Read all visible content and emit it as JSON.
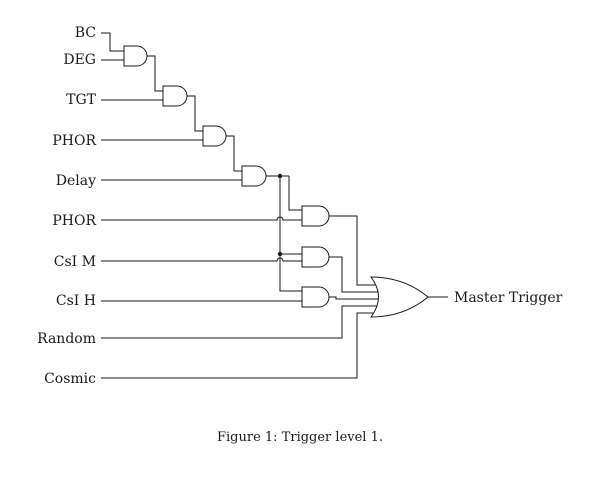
{
  "inputs": [
    {
      "id": "bc",
      "label": "BC"
    },
    {
      "id": "deg",
      "label": "DEG"
    },
    {
      "id": "tgt",
      "label": "TGT"
    },
    {
      "id": "phor1",
      "label": "PHOR"
    },
    {
      "id": "delay",
      "label": "Delay"
    },
    {
      "id": "phor2",
      "label": "PHOR"
    },
    {
      "id": "csim",
      "label": "CsI M"
    },
    {
      "id": "csih",
      "label": "CsI H"
    },
    {
      "id": "random",
      "label": "Random"
    },
    {
      "id": "cosmic",
      "label": "Cosmic"
    }
  ],
  "output": {
    "label": "Master Trigger"
  },
  "caption": "Figure 1: Trigger level 1.",
  "colors": {
    "line": "#1a1a1a",
    "background": "#ffffff"
  }
}
